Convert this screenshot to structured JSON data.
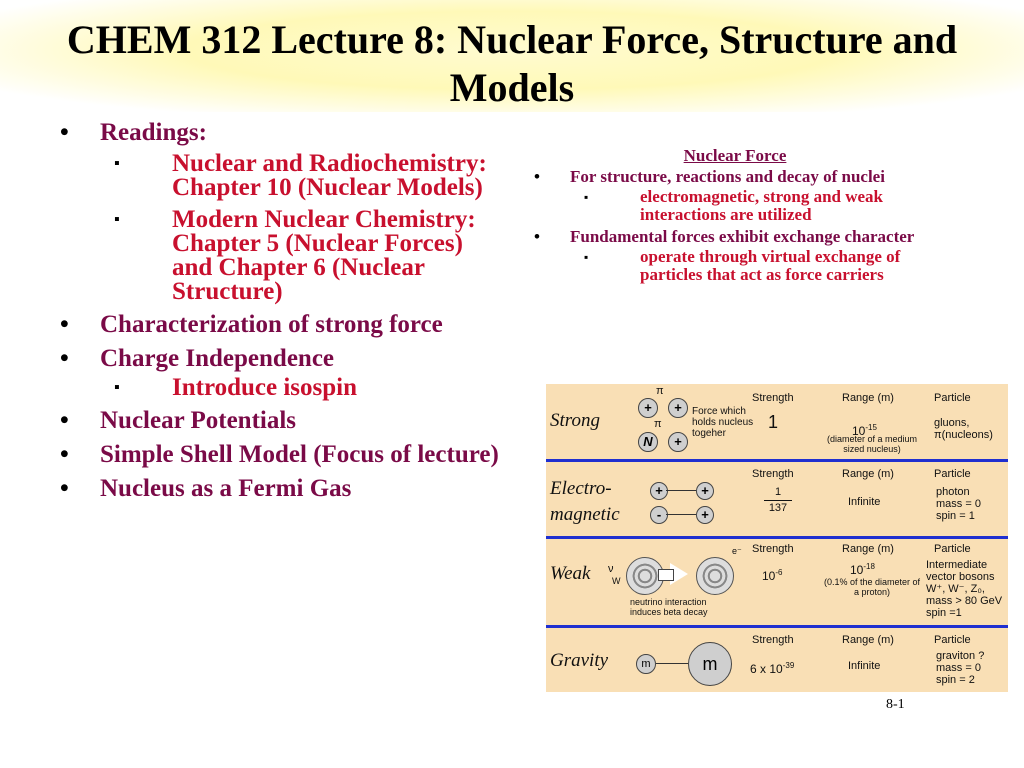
{
  "slide": {
    "title": "CHEM 312 Lecture 8:  Nuclear Force, Structure and Models",
    "slide_number": "8-1"
  },
  "left": {
    "items": [
      {
        "label": "Readings:",
        "sub": [
          "Nuclear and Radiochemistry: Chapter 10 (Nuclear Models)",
          "Modern Nuclear Chemistry:  Chapter 5 (Nuclear Forces) and Chapter 6 (Nuclear Structure)"
        ]
      },
      {
        "label": "Characterization of strong force"
      },
      {
        "label": "Charge Independence",
        "sub": [
          "Introduce isospin"
        ]
      },
      {
        "label": "Nuclear Potentials"
      },
      {
        "label": "Simple Shell Model (Focus of lecture)"
      },
      {
        "label": "Nucleus as a Fermi Gas"
      }
    ]
  },
  "right": {
    "title": "Nuclear Force",
    "items": [
      {
        "label": "For structure, reactions and decay of nuclei",
        "sub": "electromagnetic, strong and weak interactions are utilized"
      },
      {
        "label": "Fundamental forces exhibit exchange character",
        "sub": "operate through virtual exchange of particles that act as force carriers"
      }
    ]
  },
  "forces": {
    "headers": {
      "strength": "Strength",
      "range": "Range (m)",
      "particle": "Particle"
    },
    "rows": [
      {
        "name": "Strong",
        "strength": "1",
        "range_base": "10",
        "range_exp": "-15",
        "range_note": "(diameter of a medium sized nucleus)",
        "particle": "gluons, π(nucleons)",
        "diagram_note": "Force which holds nucleus togeher",
        "glyphs": {
          "pi": "π",
          "plus": "+",
          "n": "N"
        }
      },
      {
        "name_line1": "Electro-",
        "name_line2": "magnetic",
        "strength_num": "1",
        "strength_den": "137",
        "range": "Infinite",
        "particle_line1": "photon",
        "particle_line2": "mass = 0",
        "particle_line3": "spin = 1",
        "glyphs": {
          "plus": "+",
          "minus": "-"
        }
      },
      {
        "name": "Weak",
        "strength_base": "10",
        "strength_exp": "-6",
        "range_base": "10",
        "range_exp": "-18",
        "range_note": "(0.1% of the diameter of a proton)",
        "particle_line1": "Intermediate",
        "particle_line2": "vector bosons",
        "particle_line3": "W⁺, W⁻, Z₀,",
        "particle_line4": "mass > 80 GeV",
        "particle_line5": "spin =1",
        "diagram_note": "neutrino interaction induces beta decay",
        "glyphs": {
          "nu": "ν",
          "w": "W",
          "e": "e⁻"
        }
      },
      {
        "name": "Gravity",
        "strength_coeff": "6  x  10",
        "strength_exp": "-39",
        "range": "Infinite",
        "particle_line1": "graviton ?",
        "particle_line2": "mass = 0",
        "particle_line3": "spin = 2",
        "glyphs": {
          "small": "m",
          "large": "m"
        }
      }
    ]
  }
}
